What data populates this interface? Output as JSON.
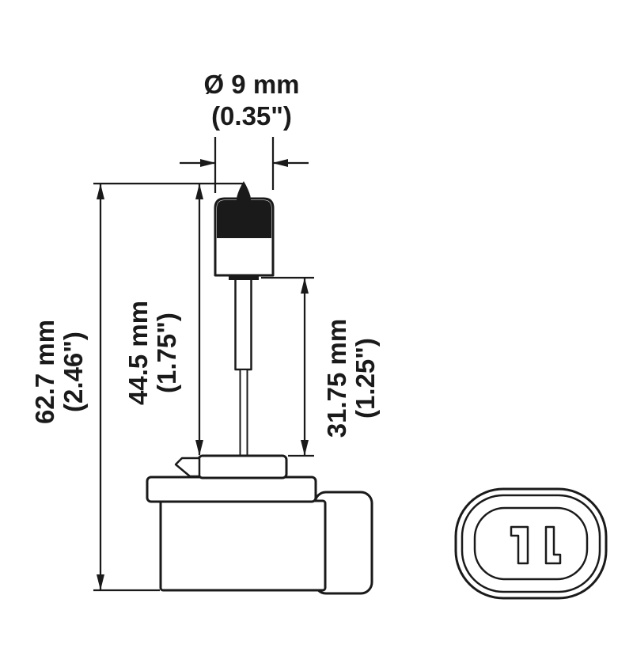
{
  "page": {
    "background": "#ffffff",
    "ink": "#1a1a1a"
  },
  "dimensions": {
    "diameter": {
      "metric": "Ø 9 mm",
      "imperial": "(0.35\")"
    },
    "overall_length": {
      "metric": "62.7 mm",
      "imperial": "(2.46\")"
    },
    "base_to_tip": {
      "metric": "44.5 mm",
      "imperial": "(1.75\")"
    },
    "light_center": {
      "metric": "31.75 mm",
      "imperial": "(1.25\")"
    }
  }
}
